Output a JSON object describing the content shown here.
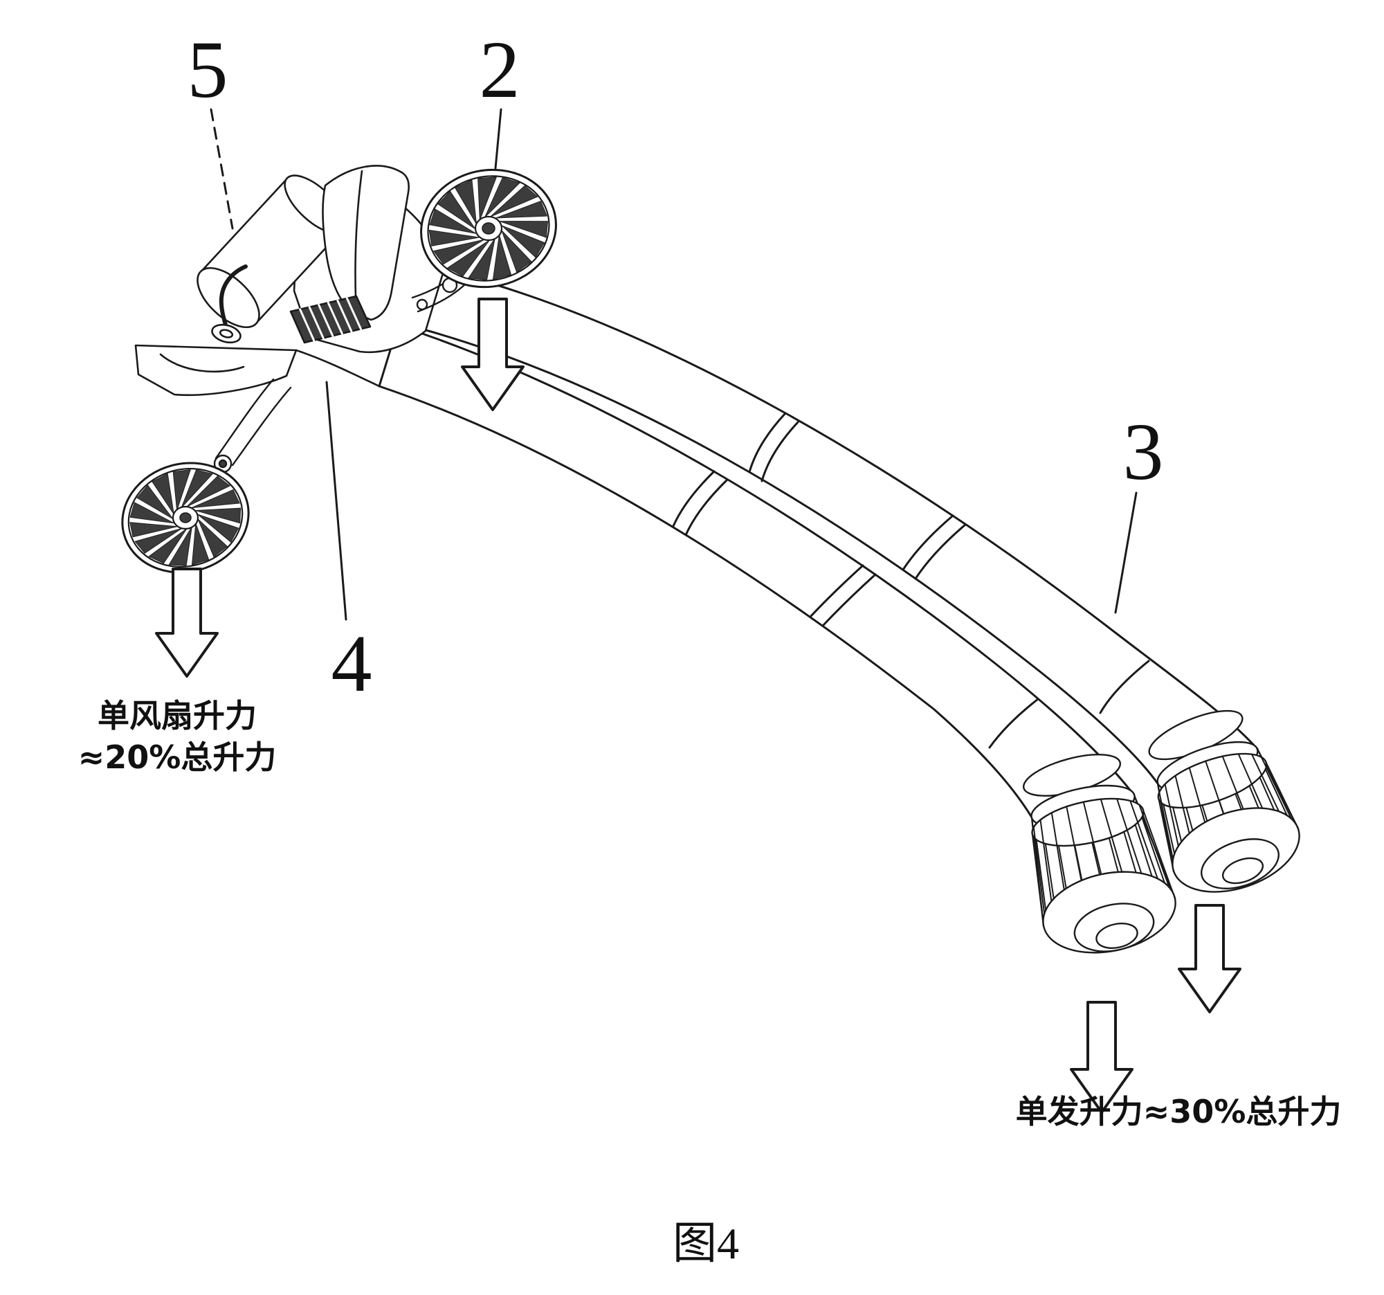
{
  "figure": {
    "caption": "图4",
    "labels": {
      "part2": "2",
      "part3": "3",
      "part4": "4",
      "part5": "5"
    },
    "annotations": {
      "fan_lift_line1": "单风扇升力",
      "fan_lift_line2": "≈20%总升力",
      "engine_lift": "单发升力≈30%总升力"
    },
    "colors": {
      "line": "#1a1a1a",
      "background": "#ffffff",
      "shade": "#3c3c3c"
    }
  }
}
